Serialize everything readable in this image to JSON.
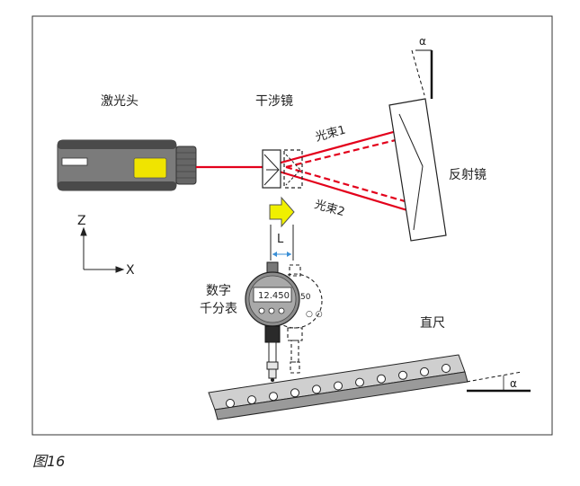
{
  "labels": {
    "laser_head": "激光头",
    "interferometer": "干涉镜",
    "retroreflector": "反射镜",
    "beam1": "光束1",
    "beam2": "光束2",
    "axis_z": "Z",
    "axis_x": "X",
    "distance": "L",
    "indicator_line1": "数字",
    "indicator_line2": "千分表",
    "indicator_reading": "12.450",
    "indicator_ghost_reading": "50",
    "straightedge": "直尺",
    "angle_top": "α",
    "angle_bottom": "α"
  },
  "caption": "图16",
  "colors": {
    "beam": "#e3001b",
    "arrow_fill": "#f0f000",
    "laser_body": "#7a7a7a",
    "laser_window": "#f0e400"
  }
}
